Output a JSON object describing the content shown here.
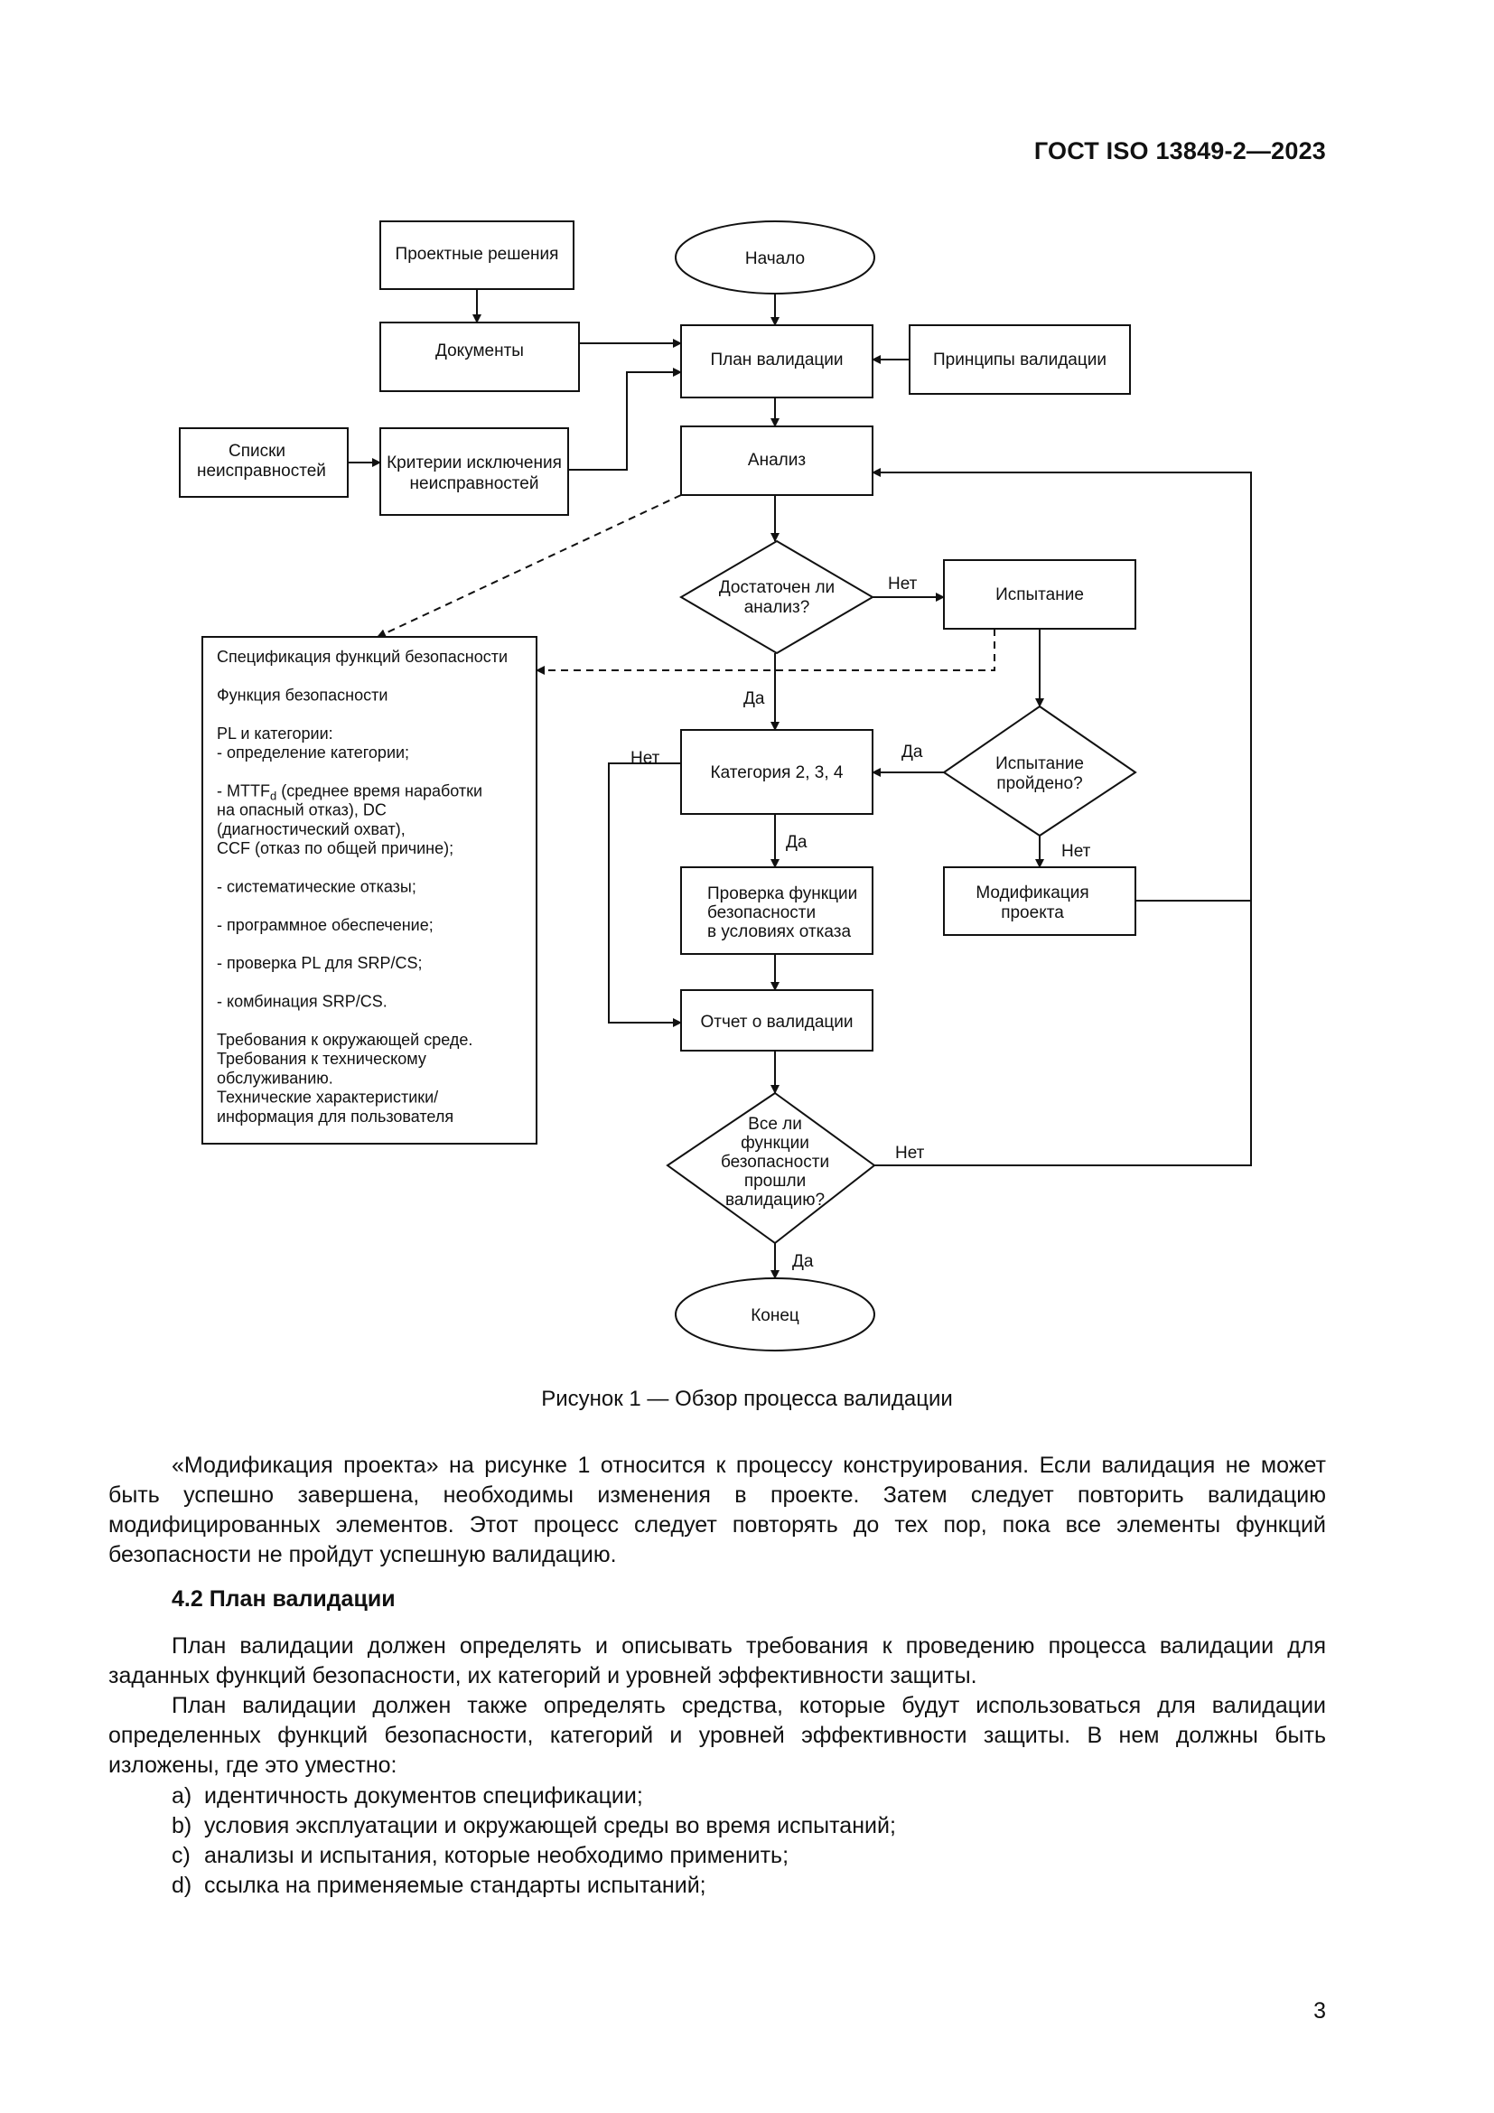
{
  "header": {
    "doc_code": "ГОСТ ISO 13849-2—2023"
  },
  "flowchart": {
    "nodes": {
      "start": "Начало",
      "design_decisions": "Проектные решения",
      "documents": "Документы",
      "validation_plan": "План валидации",
      "validation_principles": "Принципы валидации",
      "fault_lists": [
        "Списки",
        "неисправностей"
      ],
      "fault_exclusion": [
        "Критерии исключения",
        "неисправностей"
      ],
      "analysis": "Анализ",
      "analysis_sufficient": [
        "Достаточен ли",
        "анализ?"
      ],
      "testing": "Испытание",
      "test_passed": [
        "Испытание",
        "пройдено?"
      ],
      "category": "Категория 2, 3, 4",
      "design_modification": [
        "Модификация",
        "проекта"
      ],
      "fault_check": [
        "Проверка функции",
        "безопасности",
        "в условиях отказа"
      ],
      "validation_report": "Отчет о валидации",
      "all_validated": [
        "Все ли",
        "функции",
        "безопасности",
        "прошли",
        "валидацию?"
      ],
      "end": "Конец"
    },
    "edge_labels": {
      "no_1": "Нет",
      "yes_1": "Да",
      "yes_2": "Да",
      "no_2": "Нет",
      "no_3": "Нет",
      "yes_3": "Да",
      "no_4": "Нет",
      "yes_4": "Да"
    },
    "spec_box": [
      {
        "text": "Спецификация функций безопасности"
      },
      {
        "text": ""
      },
      {
        "text": "Функция безопасности"
      },
      {
        "text": ""
      },
      {
        "text": "PL и категории:"
      },
      {
        "text": "- определение категории;"
      },
      {
        "text": ""
      },
      {
        "text": "- MTTF",
        "sub": "d",
        "rest": " (среднее время наработки"
      },
      {
        "text": "на опасный отказ), DC"
      },
      {
        "text": "(диагностический охват),"
      },
      {
        "text": "CCF (отказ по общей причине);"
      },
      {
        "text": ""
      },
      {
        "text": "- систематические отказы;"
      },
      {
        "text": ""
      },
      {
        "text": "- программное обеспечение;"
      },
      {
        "text": ""
      },
      {
        "text": "- проверка PL для SRP/CS;"
      },
      {
        "text": ""
      },
      {
        "text": "- комбинация SRP/CS."
      },
      {
        "text": ""
      },
      {
        "text": "Требования к окружающей среде."
      },
      {
        "text": "Требования к техническому"
      },
      {
        "text": "обслуживанию."
      },
      {
        "text": "Технические характеристики/"
      },
      {
        "text": "информация для пользователя"
      }
    ]
  },
  "figure_caption": "Рисунок 1 — Обзор процесса валидации",
  "body": {
    "para_1": "«Модификация проекта» на рисунке 1 относится к процессу конструирования. Если валидация не может быть успешно завершена, необходимы изменения в проекте. Затем следует повторить валидацию модифицированных элементов. Этот процесс следует повторять до тех пор, пока все элементы функций безопасности не пройдут успешную валидацию.",
    "section_title": "4.2 План валидации",
    "para_2": "План валидации должен определять и описывать требования к проведению процесса валидации для заданных функций безопасности, их категорий и уровней эффективности защиты.",
    "para_3": "План валидации должен также определять средства, которые будут использоваться для валидации определенных функций безопасности, категорий и уровней эффективности защиты. В нем должны быть изложены, где это уместно:",
    "list": [
      {
        "marker": "a)",
        "text": "идентичность документов спецификации;"
      },
      {
        "marker": "b)",
        "text": "условия эксплуатации и окружающей среды во время испытаний;"
      },
      {
        "marker": "c)",
        "text": "анализы и испытания, которые необходимо применить;"
      },
      {
        "marker": "d)",
        "text": "ссылка на применяемые стандарты испытаний;"
      }
    ]
  },
  "page_number": "3"
}
